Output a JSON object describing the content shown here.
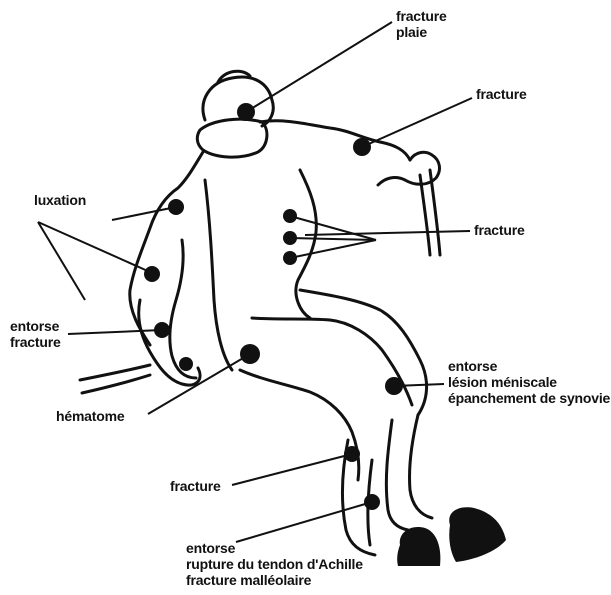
{
  "labels": {
    "head": [
      "fracture",
      "plaie"
    ],
    "shoulder": [
      "fracture"
    ],
    "luxation": [
      "luxation"
    ],
    "ribs": [
      "fracture"
    ],
    "wrist": [
      "entorse",
      "fracture"
    ],
    "hematome": [
      "hématome"
    ],
    "knee": [
      "entorse",
      "lésion méniscale",
      "épanchement de synovie"
    ],
    "leg": [
      "fracture"
    ],
    "ankle": [
      "entorse",
      "rupture du tendon d'Achille",
      "fracture malléolaire"
    ]
  }
}
